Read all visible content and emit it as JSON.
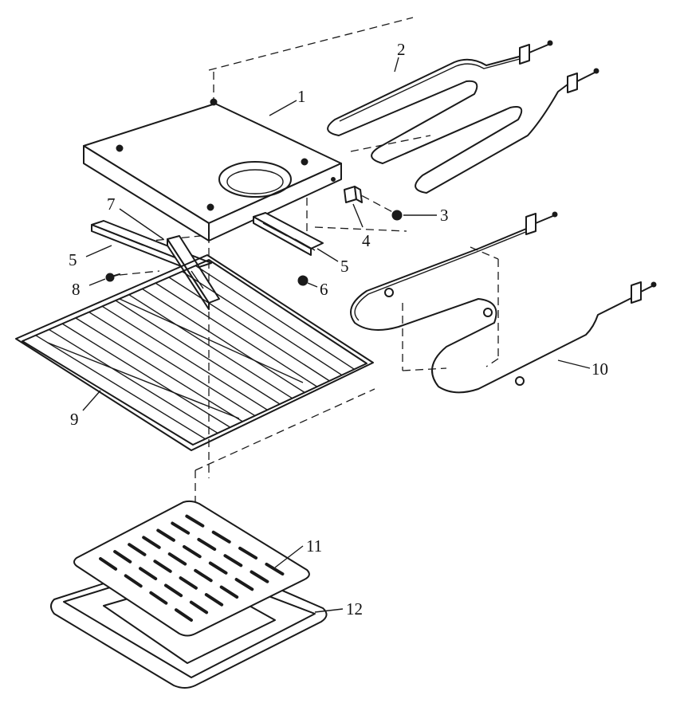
{
  "callouts": [
    {
      "id": "1",
      "label": "1"
    },
    {
      "id": "2",
      "label": "2"
    },
    {
      "id": "3",
      "label": "3"
    },
    {
      "id": "4",
      "label": "4"
    },
    {
      "id": "5a",
      "label": "5"
    },
    {
      "id": "5b",
      "label": "5"
    },
    {
      "id": "6",
      "label": "6"
    },
    {
      "id": "7",
      "label": "7"
    },
    {
      "id": "8",
      "label": "8"
    },
    {
      "id": "9",
      "label": "9"
    },
    {
      "id": "10",
      "label": "10"
    },
    {
      "id": "11",
      "label": "11"
    },
    {
      "id": "12",
      "label": "12"
    }
  ]
}
